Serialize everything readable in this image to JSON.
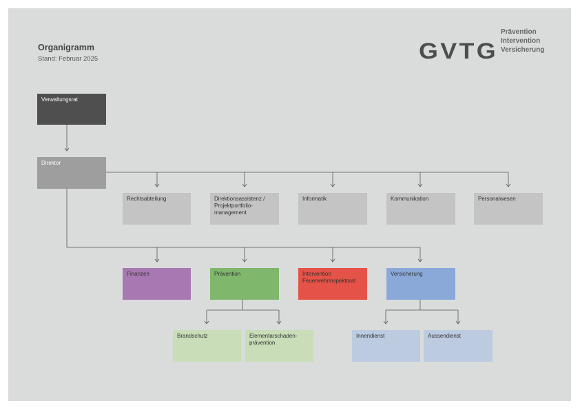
{
  "header": {
    "title": "Organigramm",
    "subtitle": "Stand: Februar 2025"
  },
  "logo": {
    "wordmark": "GVTG",
    "taglines": [
      "Prävention",
      "Intervention",
      "Versicherung"
    ]
  },
  "org": {
    "board": "Verwaltungsrat",
    "director": "Direktor",
    "staff": [
      "Rechtsabteilung",
      "Direktionsassistenz / Projektportfolio-management",
      "Informatik",
      "Kommunikation",
      "Personalwesen"
    ],
    "divisions": [
      "Finanzen",
      "Prävention",
      "Intervention Feuerwehrinspektorat",
      "Versicherung"
    ],
    "praevention_units": [
      "Brandschutz",
      "Elementarschaden-prävention"
    ],
    "versicherung_units": [
      "Innendienst",
      "Aussendienst"
    ]
  },
  "colors": {
    "board": "#4f4f4f",
    "director": "#9d9e9d",
    "staff": "#c3c4c3",
    "finanzen": "#a878b2",
    "praevention": "#7fb76c",
    "intervention": "#e55247",
    "versicherung": "#8aa9d9",
    "praevention_light": "#c8ddb8",
    "versicherung_light": "#bccbe0"
  }
}
